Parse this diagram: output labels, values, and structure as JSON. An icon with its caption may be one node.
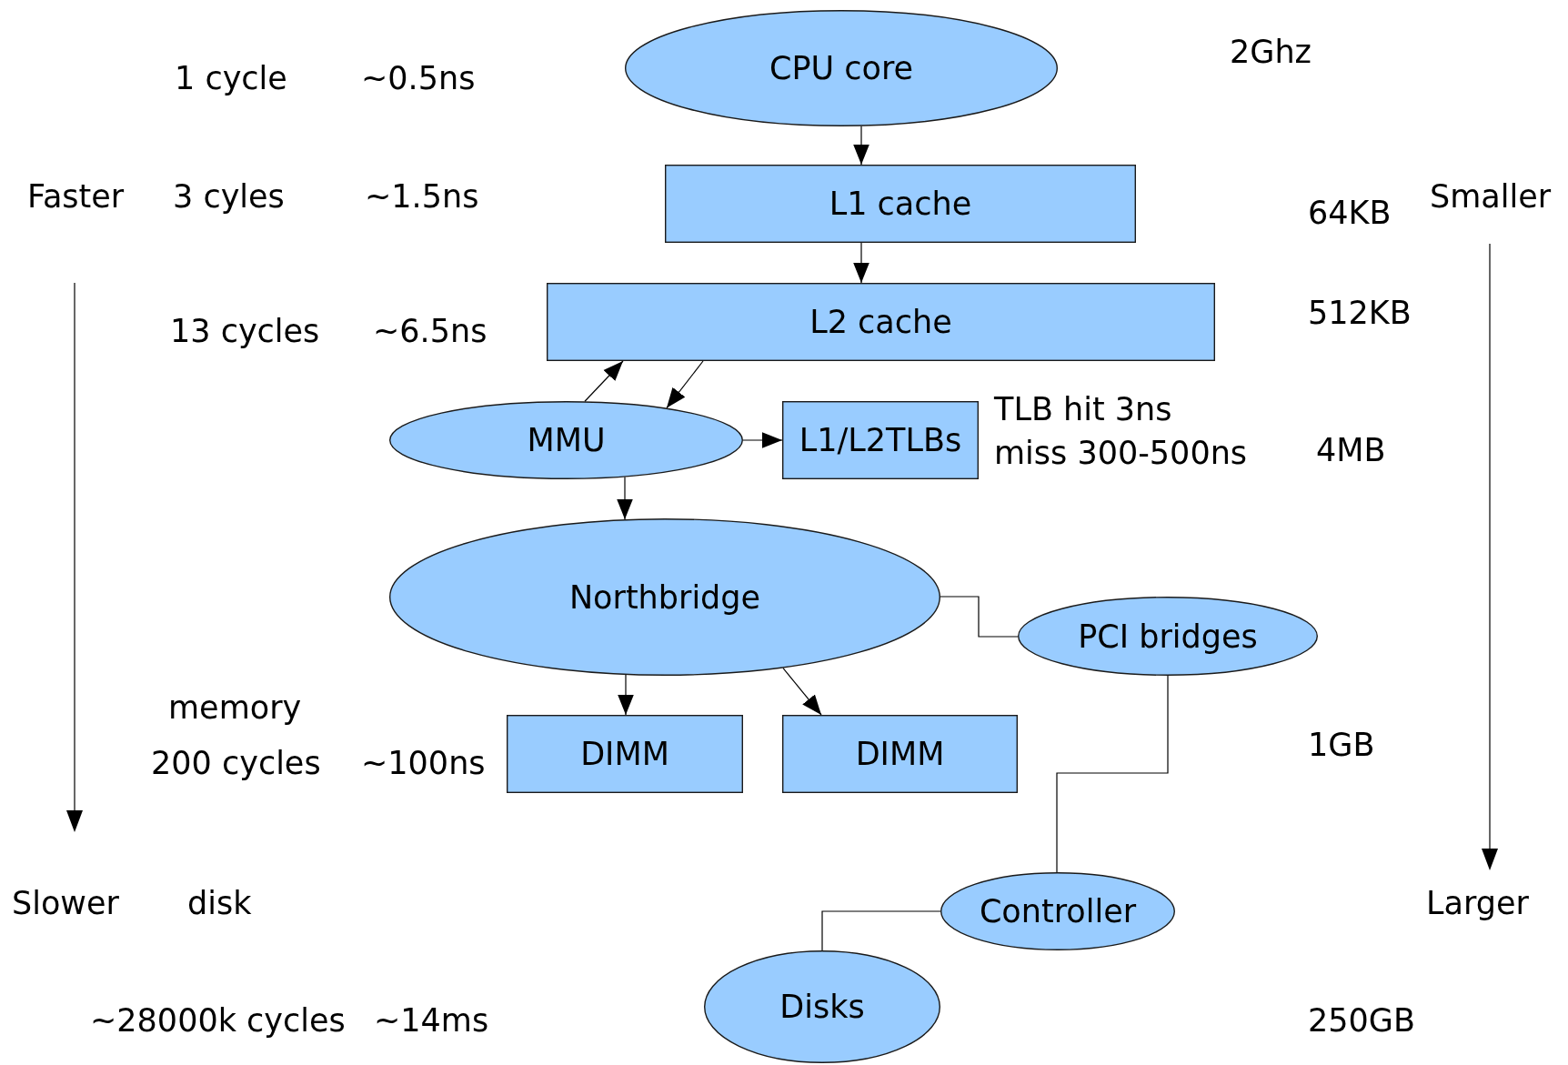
{
  "diagram": {
    "nodes": [
      {
        "text": [
          "CPU core"
        ]
      },
      {
        "text": [
          "L1 cache"
        ]
      },
      {
        "text": [
          "L2 cache"
        ]
      },
      {
        "text": [
          "MMU"
        ]
      },
      {
        "text": [
          "L1/L2TLBs"
        ],
        "beside": [
          "TLB hit 3ns",
          "miss 300-500ns"
        ]
      },
      {
        "text": [
          "Northbridge"
        ]
      },
      {
        "text": [
          "PCI bridges"
        ]
      },
      {
        "text": [
          "DIMM"
        ]
      },
      {
        "text": [
          "DIMM"
        ]
      },
      {
        "text": [
          "Controller"
        ]
      },
      {
        "text": [
          "Disks"
        ]
      }
    ],
    "edges": [
      {
        "from": 0,
        "to": 1,
        "arrow": "to"
      },
      {
        "from": 1,
        "to": 2,
        "arrow": "to"
      },
      {
        "from": 3,
        "to": 2,
        "arrow": "to"
      },
      {
        "from": 2,
        "to": 3,
        "arrow": "to"
      },
      {
        "from": 3,
        "to": 4,
        "arrow": "to"
      },
      {
        "from": 3,
        "to": 5,
        "arrow": "to"
      },
      {
        "from": 5,
        "to": 6,
        "arrow": "none"
      },
      {
        "from": 5,
        "to": 7,
        "arrow": "to"
      },
      {
        "from": 5,
        "to": 8,
        "arrow": "to"
      },
      {
        "from": 6,
        "to": 9,
        "arrow": "none"
      },
      {
        "from": 9,
        "to": 10,
        "arrow": "none"
      }
    ],
    "labels": [
      "1 cycle",
      "~0.5ns",
      "2Ghz",
      "Faster",
      "3 cyles",
      "~1.5ns",
      "64KB",
      "Smaller",
      "13 cycles",
      "~6.5ns",
      "512KB",
      "4MB",
      "memory",
      "200 cycles",
      "~100ns",
      "1GB",
      "Slower",
      "disk",
      "Larger",
      "~28000k cycles",
      "~14ms",
      "250GB"
    ]
  }
}
